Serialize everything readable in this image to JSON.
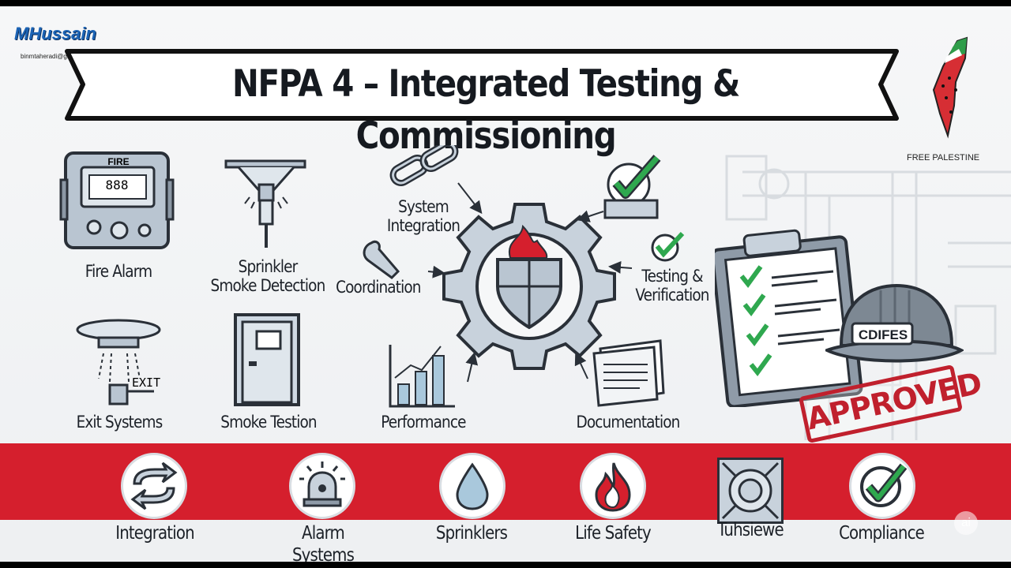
{
  "header": {
    "brand": "MHussain",
    "email": "binmtaheradi@gmbail.com",
    "title": "NFPA 4 – Integrated Testing & Commissioning",
    "free_text": "FREE PALESTINE"
  },
  "left_items": [
    {
      "label": "Fire Alarm",
      "icon": "fire-alarm-panel-icon",
      "panel_text": "FIRE",
      "display_text": "888"
    },
    {
      "label": "Sprinkler\nSmoke Detection",
      "icon": "sprinkler-head-icon"
    },
    {
      "label": "Exit Systems",
      "icon": "exit-sign-icon",
      "sign_text": "EXIT"
    },
    {
      "label": "Smoke Testion",
      "icon": "door-icon"
    }
  ],
  "center_items": [
    {
      "label": "System\nIntegration",
      "icon": "chain-link-icon"
    },
    {
      "label": "Coordination",
      "icon": "wrench-icon"
    },
    {
      "label": "Performance",
      "icon": "bar-chart-icon"
    },
    {
      "label": "Testing &\nVerification",
      "icon": "checkmark-icon"
    },
    {
      "label": "Documentation",
      "icon": "documents-icon"
    }
  ],
  "right_panel": {
    "helmet_text": "CDIFES",
    "stamp_text": "APPROVED"
  },
  "bottom_items": [
    {
      "label": "Integration",
      "icon": "sync-arrows-icon"
    },
    {
      "label": "Alarm Systems",
      "icon": "alarm-beacon-icon"
    },
    {
      "label": "Sprinklers",
      "icon": "water-drop-icon"
    },
    {
      "label": "Life Safety",
      "icon": "flame-icon"
    },
    {
      "label": "Tuhsiewe",
      "icon": "valve-icon"
    },
    {
      "label": "Compliance",
      "icon": "check-circle-icon"
    }
  ],
  "watermark": "ai",
  "colors": {
    "accent_red": "#d51f2d",
    "steel": "#aab8c6",
    "check_green": "#2fa84f",
    "brand_blue": "#1b63b5"
  }
}
